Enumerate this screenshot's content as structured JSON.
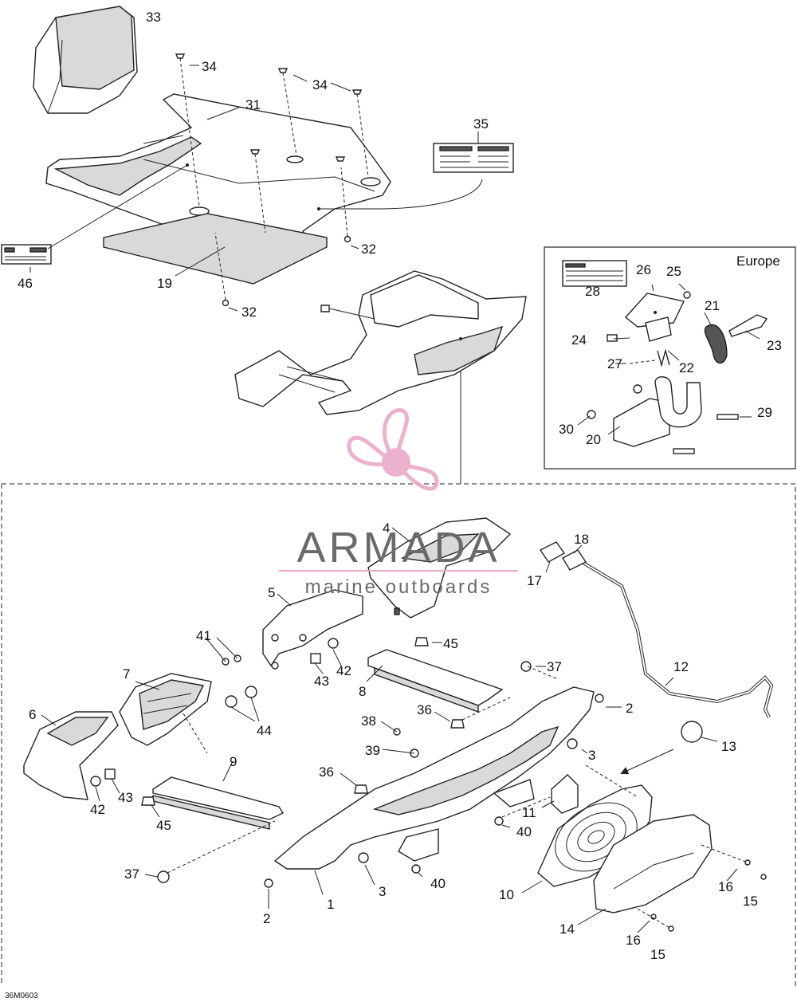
{
  "watermark": {
    "brand": "ARMADA",
    "tagline": "marine outboards",
    "logo_color": "#e9a9c8",
    "text_color": "#6a6a6a"
  },
  "region_label": "Europe",
  "doc_id": "36M0603",
  "callouts": {
    "c1": "1",
    "c2a": "2",
    "c2b": "2",
    "c3a": "3",
    "c3b": "3",
    "c4": "4",
    "c5": "5",
    "c6": "6",
    "c7": "7",
    "c8": "8",
    "c9": "9",
    "c10": "10",
    "c11": "11",
    "c12": "12",
    "c13": "13",
    "c14": "14",
    "c15a": "15",
    "c15b": "15",
    "c16a": "16",
    "c16b": "16",
    "c17": "17",
    "c18": "18",
    "c19": "19",
    "c20": "20",
    "c21": "21",
    "c22": "22",
    "c23": "23",
    "c24": "24",
    "c25": "25",
    "c26": "26",
    "c27": "27",
    "c28": "28",
    "c29": "29",
    "c30": "30",
    "c31": "31",
    "c32a": "32",
    "c32b": "32",
    "c33": "33",
    "c34a": "34",
    "c34b": "34",
    "c35": "35",
    "c36a": "36",
    "c36b": "36",
    "c37a": "37",
    "c37b": "37",
    "c38": "38",
    "c39": "39",
    "c40a": "40",
    "c40b": "40",
    "c41": "41",
    "c42a": "42",
    "c42b": "42",
    "c43a": "43",
    "c43b": "43",
    "c44": "44",
    "c45a": "45",
    "c45b": "45",
    "c46": "46"
  }
}
